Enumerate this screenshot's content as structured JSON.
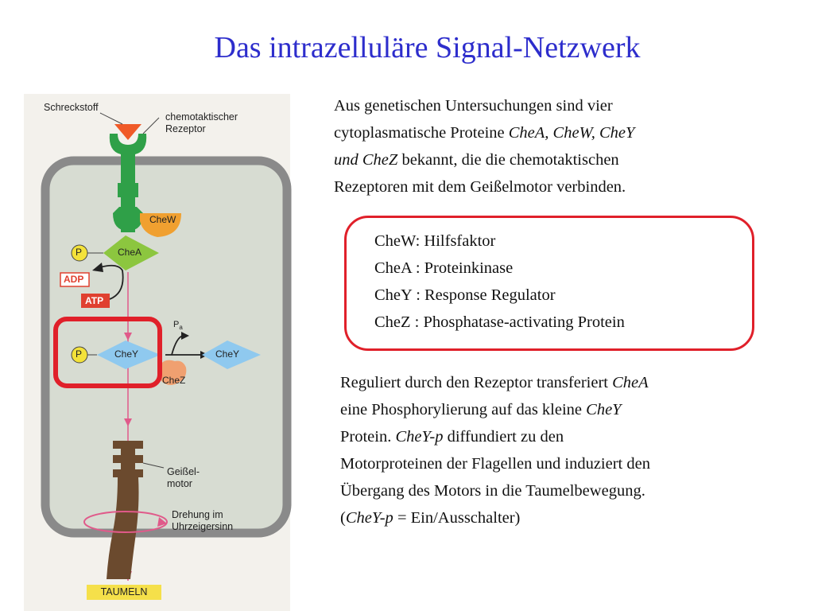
{
  "title": "Das intrazelluläre Signal-Netzwerk",
  "diagram": {
    "schreckstoff": "Schreckstoff",
    "receptor_line1": "chemotaktischer",
    "receptor_line2": "Rezeptor",
    "chew": "CheW",
    "chea": "CheA",
    "p1": "P",
    "adp": "ADP",
    "atp": "ATP",
    "pa": "P",
    "pa_sub": "a",
    "p2": "P",
    "chey_left": "CheY",
    "chey_right": "CheY",
    "chez": "CheZ",
    "motor_line1": "Geißel-",
    "motor_line2": "motor",
    "rotation_line1": "Drehung im",
    "rotation_line2": "Uhrzeigersinn",
    "taumeln": "TAUMELN"
  },
  "intro": {
    "l1": "Aus genetischen Untersuchungen sind vier",
    "l2a": "cytoplasmatische Proteine ",
    "l2b": "CheA, CheW, CheY",
    "l3a": "und CheZ",
    "l3b": " bekannt, die die chemotaktischen",
    "l4": "Rezeptoren mit dem Geißelmotor verbinden."
  },
  "proteins": [
    "CheW: Hilfsfaktor",
    "CheA : Proteinkinase",
    "CheY : Response Regulator",
    "CheZ : Phosphatase-activating Protein"
  ],
  "regulation": {
    "l1a": "Reguliert durch den Rezeptor transferiert ",
    "l1b": "CheA",
    "l2a": "eine Phosphorylierung auf das kleine ",
    "l2b": "CheY",
    "l3a": "Protein. ",
    "l3b": "CheY-p",
    "l3c": " diffundiert zu den",
    "l4": "Motorproteinen der Flagellen und induziert den",
    "l5": "Übergang des Motors in die Taumelbewegung.",
    "l6a": "(",
    "l6b": "CheY-p",
    "l6c": " = Ein/Ausschalter)"
  },
  "colors": {
    "title": "#2d2dcc",
    "highlight_red": "#e0202a",
    "receptor_green": "#2fa048",
    "chea_green": "#8cc63f",
    "chey_blue": "#8fc9ef",
    "chew_orange": "#f0a030",
    "chez_orange": "#f0a070",
    "phosphate_yellow": "#f3e23a",
    "cell_gray": "#8a8a8a"
  }
}
